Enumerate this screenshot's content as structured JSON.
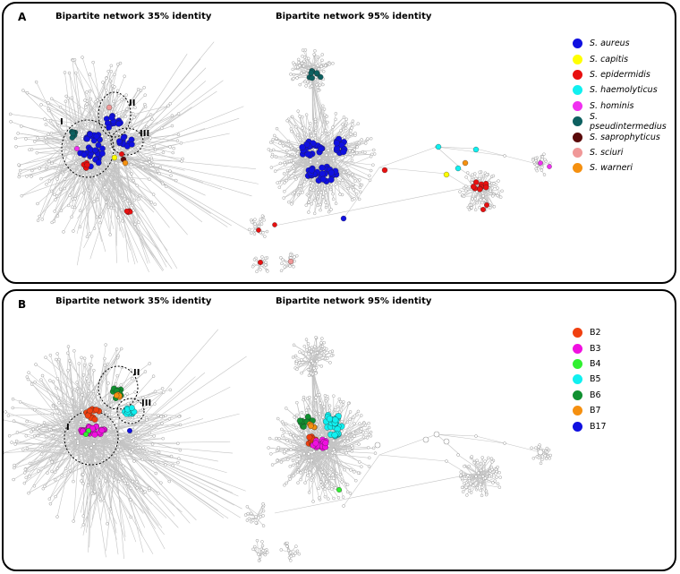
{
  "panel_a": {
    "label": "A",
    "title_left": "Bipartite network 35% identity",
    "title_right": "Bipartite network 95% identity",
    "clusters": [
      "I",
      "II",
      "III"
    ],
    "legend": [
      {
        "label": "S. aureus",
        "color": "#1010e0"
      },
      {
        "label": "S. capitis",
        "color": "#ffff00"
      },
      {
        "label": "S. epidermidis",
        "color": "#e81010"
      },
      {
        "label": "S. haemolyticus",
        "color": "#10f0f0"
      },
      {
        "label": "S. hominis",
        "color": "#f030f0"
      },
      {
        "label": "S. pseudintermedius",
        "color": "#0d6060"
      },
      {
        "label": "S. saprophyticus",
        "color": "#5a0a0a"
      },
      {
        "label": "S. sciuri",
        "color": "#f09898"
      },
      {
        "label": "S. warneri",
        "color": "#f59010"
      }
    ]
  },
  "panel_b": {
    "label": "B",
    "title_left": "Bipartite network 35% identity",
    "title_right": "Bipartite network 95% identity",
    "clusters": [
      "I",
      "II",
      "III"
    ],
    "legend": [
      {
        "label": "B2",
        "color": "#f04010"
      },
      {
        "label": "B3",
        "color": "#f010e0"
      },
      {
        "label": "B4",
        "color": "#30f030"
      },
      {
        "label": "B5",
        "color": "#10f0f0"
      },
      {
        "label": "B6",
        "color": "#109030"
      },
      {
        "label": "B7",
        "color": "#f59010"
      },
      {
        "label": "B17",
        "color": "#1010e0"
      }
    ]
  }
}
